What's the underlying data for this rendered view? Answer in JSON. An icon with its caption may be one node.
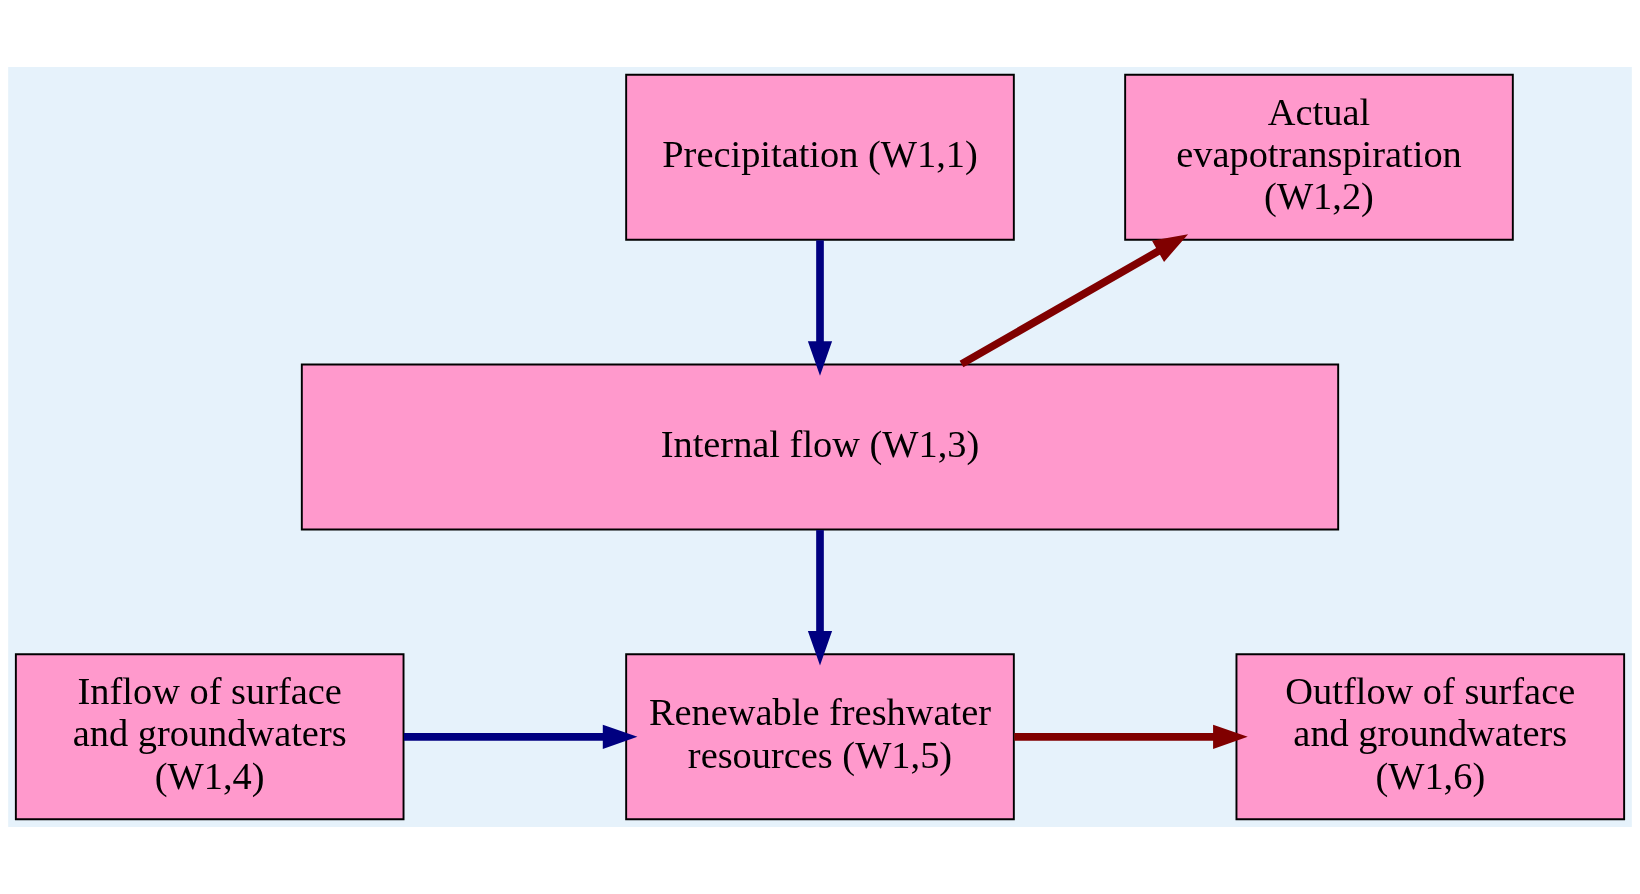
{
  "diagram": {
    "nodes": [
      {
        "text": [
          "Precipitation (W1,1)"
        ]
      },
      {
        "text": [
          "Actual evapotranspiration (W1,2)"
        ]
      },
      {
        "text": [
          "Internal flow (W1,3)"
        ]
      },
      {
        "text": [
          "Inflow of surface and groundwaters (W1,4)"
        ]
      },
      {
        "text": [
          "Renewable freshwater resources (W1,5)"
        ]
      },
      {
        "text": [
          "Outflow of surface and groundwaters (W1,6)"
        ]
      }
    ],
    "edges": [
      {
        "from": 0,
        "to": 2,
        "arrow": "to",
        "color": "#000080"
      },
      {
        "from": 2,
        "to": 1,
        "arrow": "to",
        "color": "#800000"
      },
      {
        "from": 2,
        "to": 4,
        "arrow": "to",
        "color": "#000080"
      },
      {
        "from": 3,
        "to": 4,
        "arrow": "to",
        "color": "#000080"
      },
      {
        "from": 4,
        "to": 5,
        "arrow": "to",
        "color": "#800000"
      }
    ]
  }
}
